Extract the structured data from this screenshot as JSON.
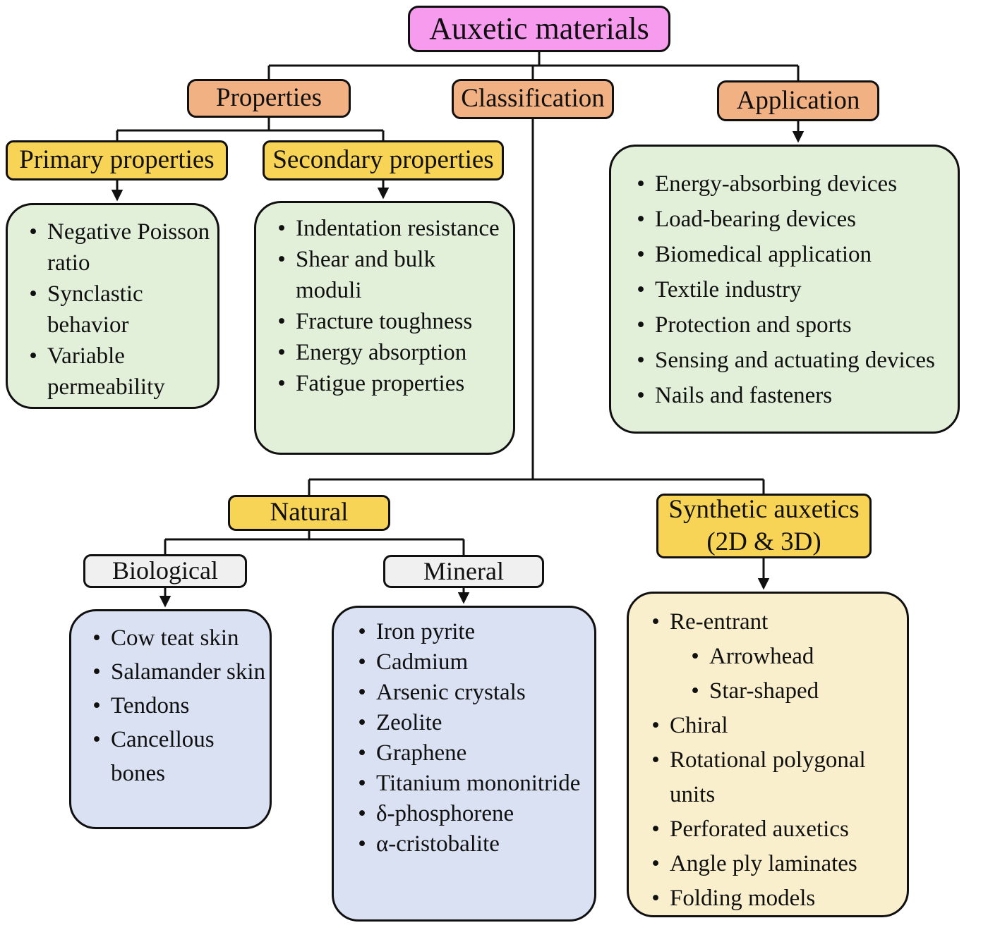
{
  "diagram": {
    "root": {
      "label": "Auxetic materials"
    },
    "level1": {
      "properties_label": "Properties",
      "classification_label": "Classification",
      "application_label": "Application"
    },
    "properties": {
      "primary": {
        "label": "Primary properties",
        "items": [
          {
            "text": "Negative Poisson ratio",
            "level": 0
          },
          {
            "text": "Synclastic behavior",
            "level": 0
          },
          {
            "text": "Variable permeability",
            "level": 0
          }
        ]
      },
      "secondary": {
        "label": "Secondary properties",
        "items": [
          {
            "text": "Indentation resistance",
            "level": 0
          },
          {
            "text": "Shear and bulk moduli",
            "level": 0
          },
          {
            "text": "Fracture toughness",
            "level": 0
          },
          {
            "text": "Energy absorption",
            "level": 0
          },
          {
            "text": "Fatigue properties",
            "level": 0
          }
        ]
      }
    },
    "application": {
      "items": [
        {
          "text": "Energy-absorbing devices",
          "level": 0
        },
        {
          "text": "Load-bearing devices",
          "level": 0
        },
        {
          "text": "Biomedical application",
          "level": 0
        },
        {
          "text": "Textile industry",
          "level": 0
        },
        {
          "text": "Protection and sports",
          "level": 0
        },
        {
          "text": "Sensing and actuating devices",
          "level": 0
        },
        {
          "text": "Nails and fasteners",
          "level": 0
        }
      ]
    },
    "classification": {
      "natural": {
        "label": "Natural"
      },
      "biological": {
        "label": "Biological",
        "items": [
          {
            "text": "Cow teat skin",
            "level": 0
          },
          {
            "text": "Salamander skin",
            "level": 0
          },
          {
            "text": "Tendons",
            "level": 0
          },
          {
            "text": "Cancellous bones",
            "level": 0
          }
        ]
      },
      "mineral": {
        "label": "Mineral",
        "items": [
          {
            "text": "Iron pyrite",
            "level": 0
          },
          {
            "text": "Cadmium",
            "level": 0
          },
          {
            "text": "Arsenic crystals",
            "level": 0
          },
          {
            "text": "Zeolite",
            "level": 0
          },
          {
            "text": "Graphene",
            "level": 0
          },
          {
            "text": "Titanium mononitride",
            "level": 0
          },
          {
            "text": "δ-phosphorene",
            "level": 0
          },
          {
            "text": "α-cristobalite",
            "level": 0
          }
        ]
      },
      "synthetic": {
        "label_line1": "Synthetic auxetics",
        "label_line2": "(2D & 3D)",
        "items": [
          {
            "text": "Re-entrant",
            "level": 0
          },
          {
            "text": "Arrowhead",
            "level": 1
          },
          {
            "text": "Star-shaped",
            "level": 1
          },
          {
            "text": "Chiral",
            "level": 0
          },
          {
            "text": "Rotational polygonal units",
            "level": 0
          },
          {
            "text": "Perforated auxetics",
            "level": 0
          },
          {
            "text": "Angle ply laminates",
            "level": 0
          },
          {
            "text": "Folding models",
            "level": 0
          }
        ]
      }
    }
  },
  "colors": {
    "root_fill": "#F79BEF",
    "branch_fill": "#F2B183",
    "category_fill": "#F8D456",
    "properties_list_fill": "#E2EFD9",
    "natural_sub_fill": "#F0F0F0",
    "natural_list_fill": "#D9E1F2",
    "synthetic_list_fill": "#FAEFCD",
    "line_color": "#101010"
  }
}
